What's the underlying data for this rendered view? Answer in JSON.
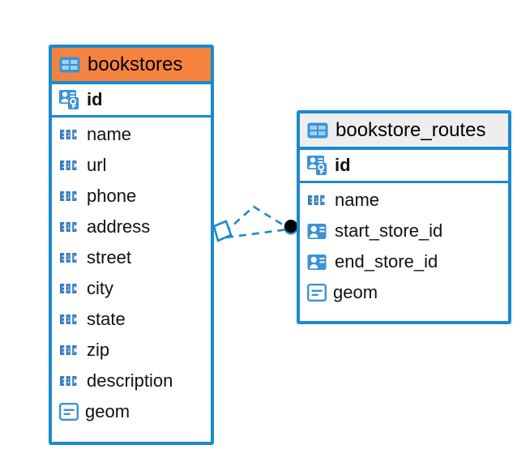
{
  "diagram": {
    "type": "entity-relationship-diagram",
    "background_color": "#ffffff",
    "accent_blue": "#1a8acf",
    "entities": [
      {
        "name": "bookstores",
        "header_color": "#f5833f",
        "icon": "table-icon",
        "primary_keys": [
          {
            "label": "id",
            "icon": "primary-key-icon",
            "type": "key"
          }
        ],
        "fields": [
          {
            "label": "name",
            "icon": "abc-icon",
            "type": "text"
          },
          {
            "label": "url",
            "icon": "abc-icon",
            "type": "text"
          },
          {
            "label": "phone",
            "icon": "abc-icon",
            "type": "text"
          },
          {
            "label": "address",
            "icon": "abc-icon",
            "type": "text"
          },
          {
            "label": "street",
            "icon": "abc-icon",
            "type": "text"
          },
          {
            "label": "city",
            "icon": "abc-icon",
            "type": "text"
          },
          {
            "label": "state",
            "icon": "abc-icon",
            "type": "text"
          },
          {
            "label": "zip",
            "icon": "abc-icon",
            "type": "text"
          },
          {
            "label": "description",
            "icon": "abc-icon",
            "type": "text"
          },
          {
            "label": "geom",
            "icon": "geometry-icon",
            "type": "geometry"
          }
        ]
      },
      {
        "name": "bookstore_routes",
        "header_color": "#eeeeee",
        "icon": "table-icon",
        "primary_keys": [
          {
            "label": "id",
            "icon": "primary-key-icon",
            "type": "key"
          }
        ],
        "fields": [
          {
            "label": "name",
            "icon": "abc-icon",
            "type": "text"
          },
          {
            "label": "start_store_id",
            "icon": "foreign-key-icon",
            "type": "reference"
          },
          {
            "label": "end_store_id",
            "icon": "foreign-key-icon",
            "type": "reference"
          },
          {
            "label": "geom",
            "icon": "geometry-icon",
            "type": "geometry"
          }
        ]
      }
    ],
    "relationship": {
      "name": "bookstores-to-bookstore-routes",
      "line_style": "dashed",
      "line_color": "#1a8acf",
      "source_marker": "diamond-outline-marker",
      "target_marker": "filled-circle-marker",
      "target_marker_color": "#000000",
      "branches": 2
    }
  }
}
